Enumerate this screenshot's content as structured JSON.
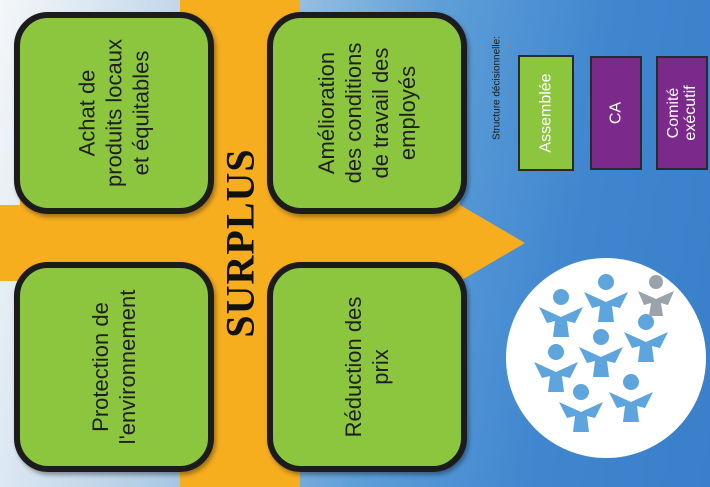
{
  "diagram": {
    "center_label": "SURPLUS",
    "boxes": [
      {
        "id": "achat",
        "text": "Achat de\nproduits locaux\net équitables"
      },
      {
        "id": "amelioration",
        "text": "Amélioration\ndes conditions\nde travail des\nemployés"
      },
      {
        "id": "protection",
        "text": "Protection de\nl'environnement"
      },
      {
        "id": "reduction",
        "text": "Réduction des\nprix"
      }
    ]
  },
  "governance": {
    "label": "Structure décisionnelle:",
    "items": [
      {
        "text": "Assemblée",
        "color": "#8cc63f"
      },
      {
        "text": "CA",
        "color": "#7b2a8c"
      },
      {
        "text": "Comité\nexécutif",
        "color": "#7b2a8c"
      }
    ]
  },
  "logo": {
    "icon": "people-cluster-icon",
    "colors": [
      "#5da5dc",
      "#9aa3a9"
    ]
  }
}
